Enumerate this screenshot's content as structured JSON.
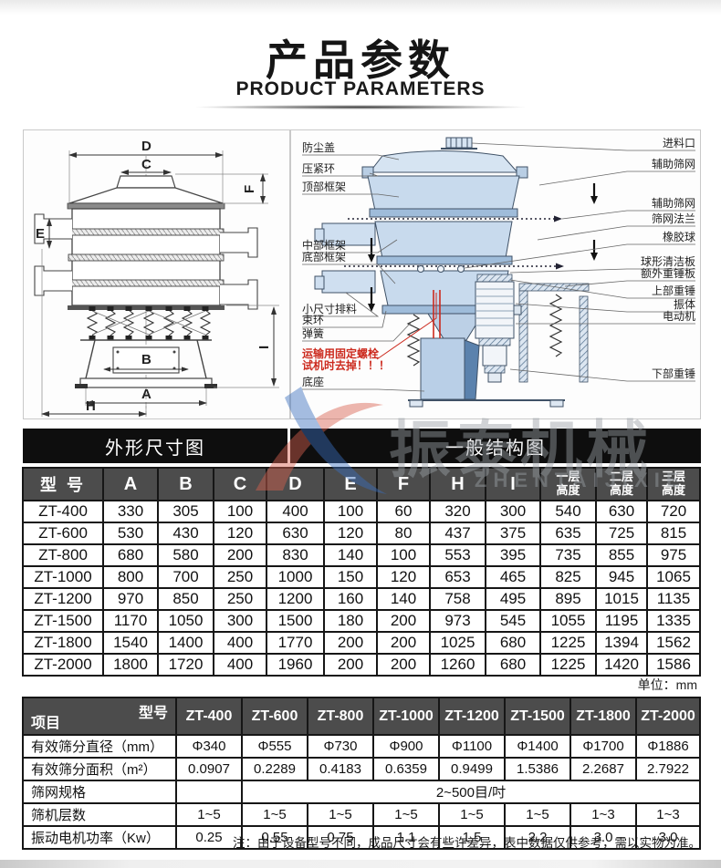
{
  "header": {
    "title": "产品参数",
    "subtitle": "PRODUCT PARAMETERS"
  },
  "captions": {
    "left": "外形尺寸图",
    "right": "一般结构图"
  },
  "watermark": {
    "cn": "振泰机械",
    "en": "ZHENTAIJIXIE"
  },
  "left_diagram": {
    "dims": {
      "d": "D",
      "c": "C",
      "f": "F",
      "e": "E",
      "b": "B",
      "a": "A",
      "h": "H",
      "i": "I"
    }
  },
  "right_diagram": {
    "left_labels": [
      "防尘盖",
      "压紧环",
      "顶部框架",
      "中部框架",
      "底部框架",
      "小尺寸排料",
      "束环",
      "弹簧",
      "底座"
    ],
    "warning": [
      "运输用固定螺栓",
      "试机时去掉！！！"
    ],
    "right_labels": [
      "进料口",
      "辅助筛网",
      "辅助筛网",
      "筛网法兰",
      "橡胶球",
      "球形清洁板",
      "额外重锤板",
      "上部重锤",
      "振体",
      "电动机",
      "下部重锤"
    ]
  },
  "size_table": {
    "columns": [
      {
        "label": "型 号"
      },
      {
        "label": "A"
      },
      {
        "label": "B"
      },
      {
        "label": "C"
      },
      {
        "label": "D"
      },
      {
        "label": "E"
      },
      {
        "label": "F"
      },
      {
        "label": "H"
      },
      {
        "label": "I"
      },
      {
        "label": "一层",
        "line2": "高度"
      },
      {
        "label": "二层",
        "line2": "高度"
      },
      {
        "label": "三层",
        "line2": "高度"
      }
    ],
    "rows": [
      {
        "model": "ZT-400",
        "values": [
          "330",
          "305",
          "100",
          "400",
          "100",
          "60",
          "320",
          "300",
          "540",
          "630",
          "720"
        ]
      },
      {
        "model": "ZT-600",
        "values": [
          "530",
          "430",
          "120",
          "630",
          "120",
          "80",
          "437",
          "375",
          "635",
          "725",
          "815"
        ]
      },
      {
        "model": "ZT-800",
        "values": [
          "680",
          "580",
          "200",
          "830",
          "140",
          "100",
          "553",
          "395",
          "735",
          "855",
          "975"
        ]
      },
      {
        "model": "ZT-1000",
        "values": [
          "800",
          "700",
          "250",
          "1000",
          "150",
          "120",
          "653",
          "465",
          "825",
          "945",
          "1065"
        ]
      },
      {
        "model": "ZT-1200",
        "values": [
          "970",
          "850",
          "250",
          "1200",
          "160",
          "140",
          "758",
          "495",
          "895",
          "1015",
          "1135"
        ]
      },
      {
        "model": "ZT-1500",
        "values": [
          "1170",
          "1050",
          "300",
          "1500",
          "180",
          "200",
          "973",
          "545",
          "1055",
          "1195",
          "1335"
        ]
      },
      {
        "model": "ZT-1800",
        "values": [
          "1540",
          "1400",
          "400",
          "1770",
          "200",
          "200",
          "1025",
          "680",
          "1225",
          "1394",
          "1562"
        ]
      },
      {
        "model": "ZT-2000",
        "values": [
          "1800",
          "1720",
          "400",
          "1960",
          "200",
          "200",
          "1260",
          "680",
          "1225",
          "1420",
          "1586"
        ]
      }
    ],
    "unit_note": "单位：mm"
  },
  "spec_table": {
    "corner": {
      "top": "型号",
      "bottom": "项目"
    },
    "models": [
      "ZT-400",
      "ZT-600",
      "ZT-800",
      "ZT-1000",
      "ZT-1200",
      "ZT-1500",
      "ZT-1800",
      "ZT-2000"
    ],
    "rows": [
      {
        "label": "有效筛分直径（mm）",
        "values": [
          "Φ340",
          "Φ555",
          "Φ730",
          "Φ900",
          "Φ1100",
          "Φ1400",
          "Φ1700",
          "Φ1886"
        ]
      },
      {
        "label": "有效筛分面积（m²）",
        "values": [
          "0.0907",
          "0.2289",
          "0.4183",
          "0.6359",
          "0.9499",
          "1.5386",
          "2.2687",
          "2.7922"
        ]
      },
      {
        "label": "筛网规格",
        "empty_first": true,
        "merged": "2~500目/吋"
      },
      {
        "label": "筛机层数",
        "values": [
          "1~5",
          "1~5",
          "1~5",
          "1~5",
          "1~5",
          "1~5",
          "1~3",
          "1~3"
        ]
      },
      {
        "label": "振动电机功率（Kw）",
        "values": [
          "0.25",
          "0.55",
          "0.75",
          "1.1",
          "1.5",
          "2.2",
          "3.0",
          "3.0"
        ]
      }
    ]
  },
  "footnote": "注：由于设备型号不同，成品尺寸会有些许差异，表中数据仅供参考，需以实物为准。",
  "colors": {
    "table_header_bg": "#4c4c4c",
    "caption_bar_bg": "#0e0e0e",
    "warning_red": "#cc2a1e",
    "diagram_blue": "#c8daed"
  }
}
